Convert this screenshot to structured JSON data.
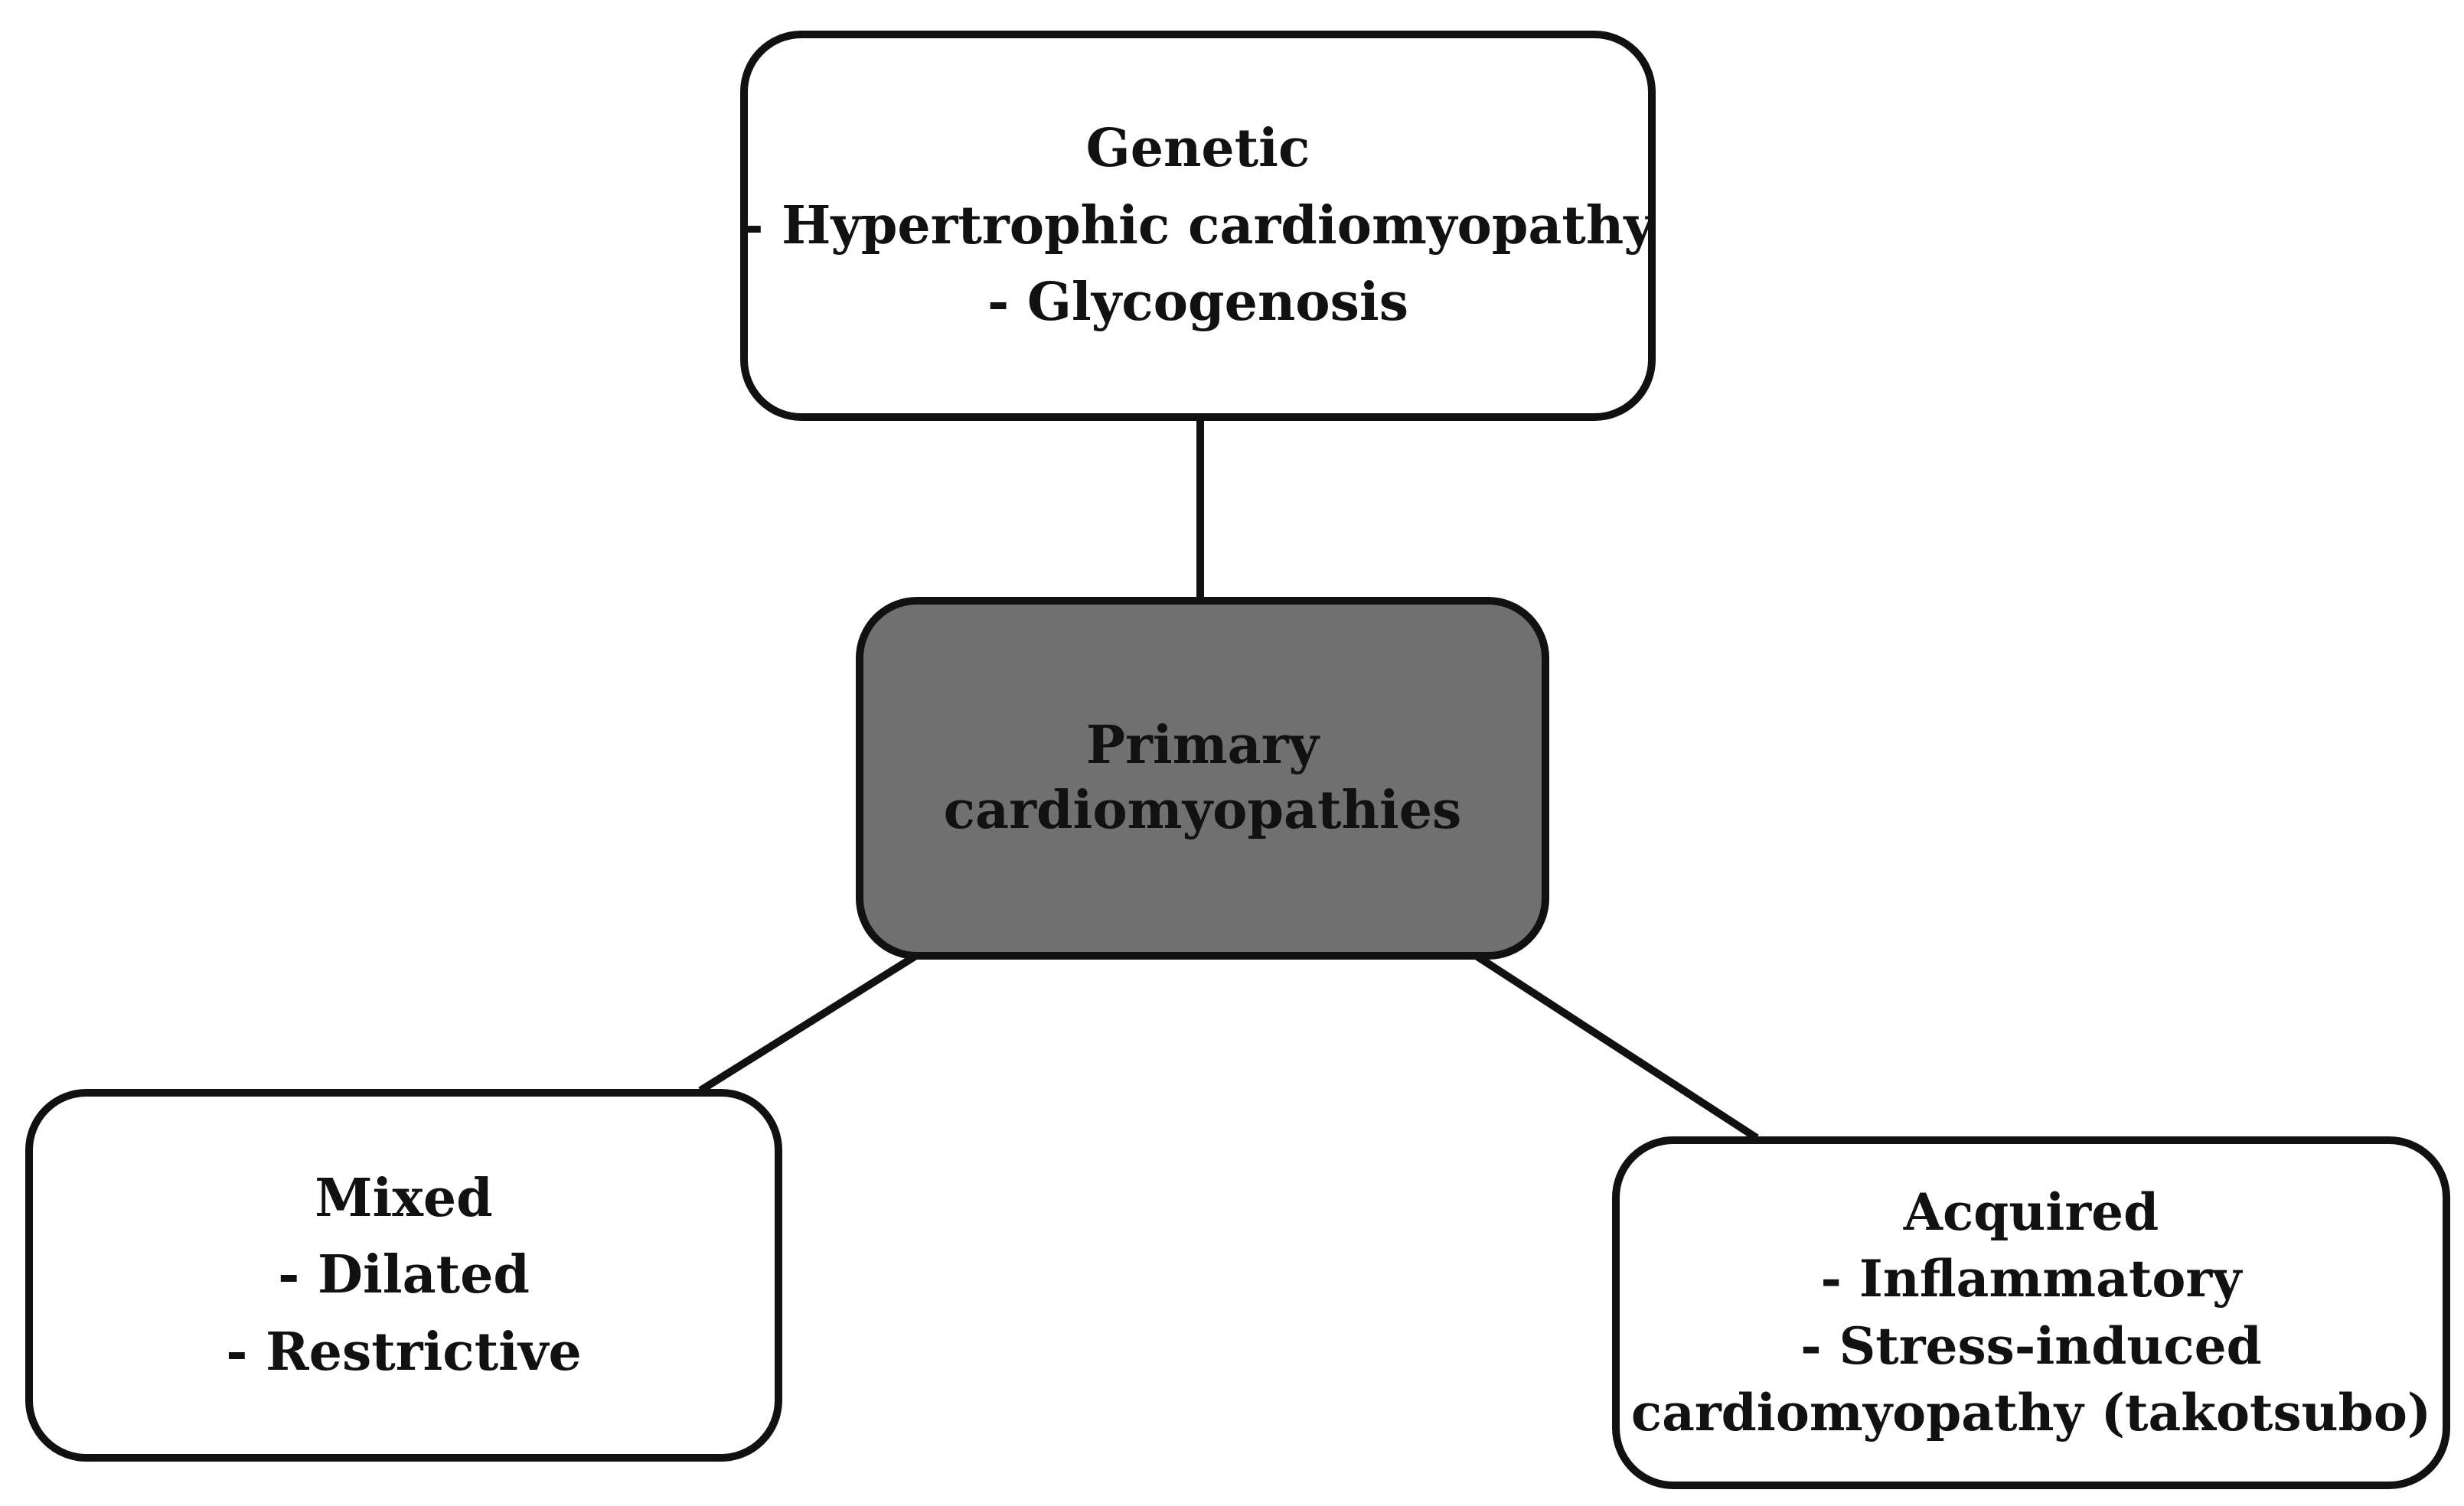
{
  "diagram": {
    "center": {
      "lines": [
        "Primary",
        "cardiomyopathies"
      ],
      "fill_color": "#707070"
    },
    "categories": [
      {
        "id": "genetic",
        "title": "Genetic",
        "items": [
          "- Hypertrophic cardiomyopathy",
          "- Glycogenosis"
        ]
      },
      {
        "id": "mixed",
        "title": "Mixed",
        "items": [
          "- Dilated",
          "- Restrictive"
        ]
      },
      {
        "id": "acquired",
        "title": "Acquired",
        "items": [
          "- Inflammatory",
          "- Stress-induced",
          "cardiomyopathy (takotsubo)"
        ]
      }
    ],
    "stroke_color": "#111111",
    "box_fill_color": "#ffffff"
  }
}
